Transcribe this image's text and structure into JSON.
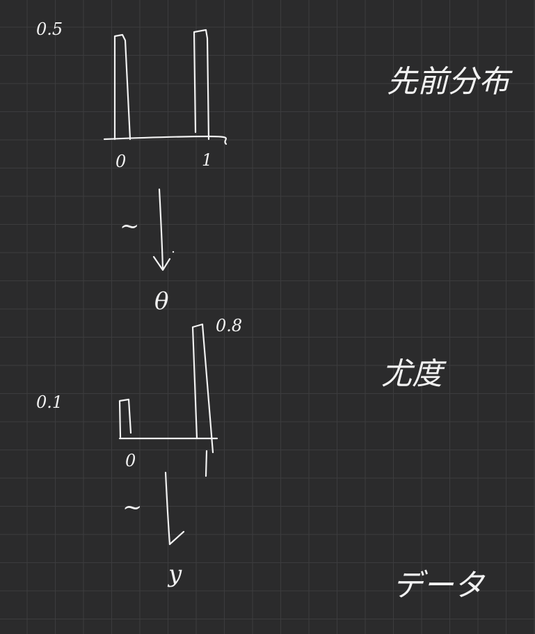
{
  "colors": {
    "background": "#2b2b2c",
    "grid": "#3c3c3e",
    "ink": "#f2f2f2"
  },
  "prior_chart": {
    "top_left_value": "0.5",
    "x_tick_0": "0",
    "x_tick_1": "1",
    "note": "先前分布"
  },
  "arrow_1": {
    "tilde": "~",
    "result_symbol": "θ"
  },
  "likelihood_chart": {
    "left_value": "0.1",
    "right_value": "0.8",
    "x_tick_0": "0",
    "x_tick_1": "1",
    "note": "尤度"
  },
  "arrow_2": {
    "tilde": "~",
    "result_symbol": "y",
    "note": "データ"
  },
  "chart_data": [
    {
      "type": "bar",
      "categories": [
        "0",
        "1"
      ],
      "values": [
        0.5,
        0.5
      ]
    },
    {
      "type": "bar",
      "categories": [
        "0",
        "1"
      ],
      "values": [
        0.1,
        0.8
      ]
    }
  ]
}
